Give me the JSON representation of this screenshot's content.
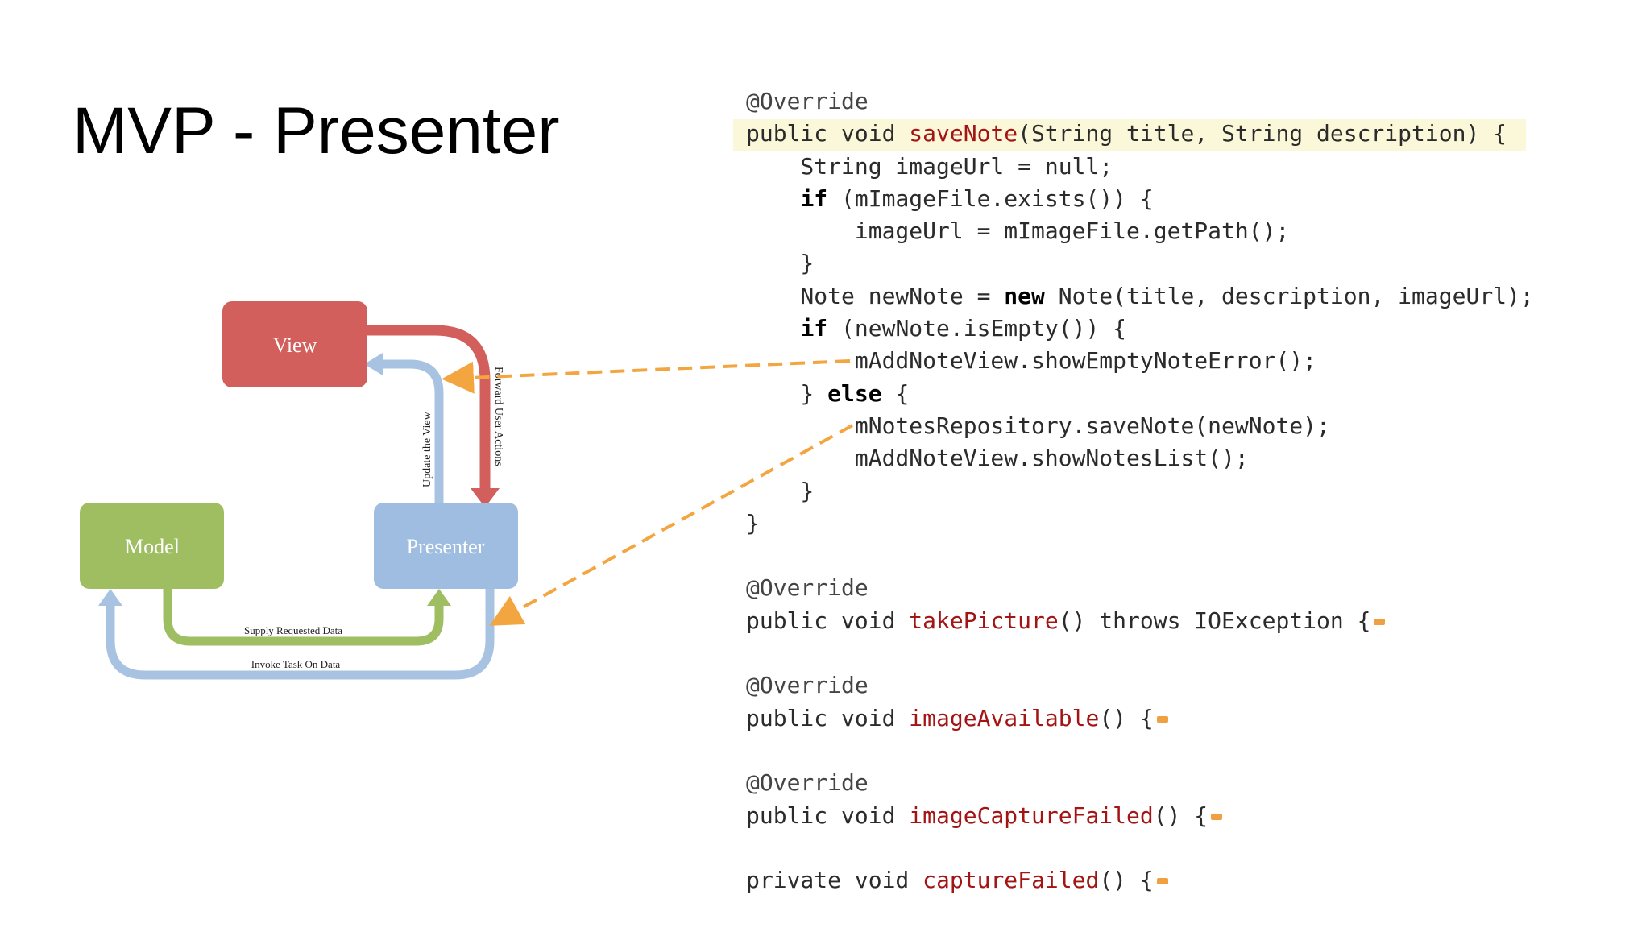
{
  "slide": {
    "title": "MVP - Presenter"
  },
  "diagram": {
    "view_label": "View",
    "model_label": "Model",
    "presenter_label": "Presenter",
    "forward_label": "Forward User Actions",
    "update_label": "Update the View",
    "supply_label": "Supply Requested Data",
    "invoke_label": "Invoke Task On Data",
    "colors": {
      "view": "#d25f5b",
      "model": "#9fbe62",
      "presenter": "#9fbde0",
      "dashed_arrow": "#f3a540"
    }
  },
  "code": {
    "l1": "@Override",
    "l2a": "public void ",
    "l2b": "saveNote",
    "l2c": "(String title, String description) {",
    "l3": "    String imageUrl = null;",
    "l4a": "    ",
    "l4b": "if",
    "l4c": " (mImageFile.exists()) {",
    "l5": "        imageUrl = mImageFile.getPath();",
    "l6": "    }",
    "l7a": "    Note newNote = ",
    "l7b": "new",
    "l7c": " Note(title, description, imageUrl);",
    "l8a": "    ",
    "l8b": "if",
    "l8c": " (newNote.isEmpty()) {",
    "l9": "        mAddNoteView.showEmptyNoteError();",
    "l10a": "    } ",
    "l10b": "else",
    "l10c": " {",
    "l11": "        mNotesRepository.saveNote(newNote);",
    "l12": "        mAddNoteView.showNotesList();",
    "l13": "    }",
    "l14": "}",
    "l15": "@Override",
    "l16a": "public void ",
    "l16b": "takePicture",
    "l16c": "() throws IOException {",
    "l17": "@Override",
    "l18a": "public void ",
    "l18b": "imageAvailable",
    "l18c": "() {",
    "l19": "@Override",
    "l20a": "public void ",
    "l20b": "imageCaptureFailed",
    "l20c": "() {",
    "l21a": "private void ",
    "l21b": "captureFailed",
    "l21c": "() {"
  }
}
